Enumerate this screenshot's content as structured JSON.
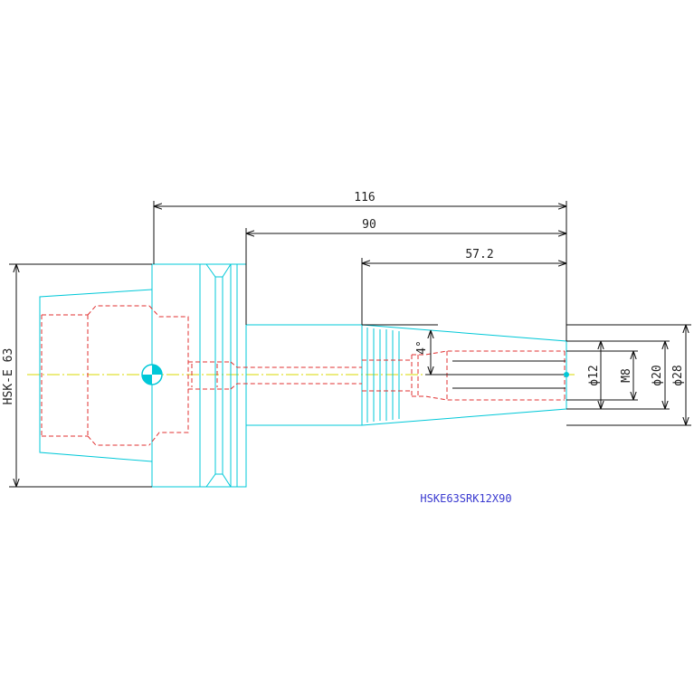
{
  "drawing": {
    "part_number": "HSKE63SRK12X90",
    "dimensions": {
      "total_length": "116",
      "shank_length": "90",
      "nose_length": "57.2",
      "taper_angle": "4°",
      "flange_spec": "HSK-E 63",
      "bore_diameter": "ϕ12",
      "thread": "M8",
      "tip_diameter": "ϕ20",
      "body_diameter": "ϕ28"
    },
    "colors": {
      "outline": "#00c8d8",
      "hidden_line": "#e03030",
      "centerline": "#d8d800",
      "dimension": "#111111",
      "label": "#3a3ad0",
      "background": "#ffffff"
    }
  }
}
